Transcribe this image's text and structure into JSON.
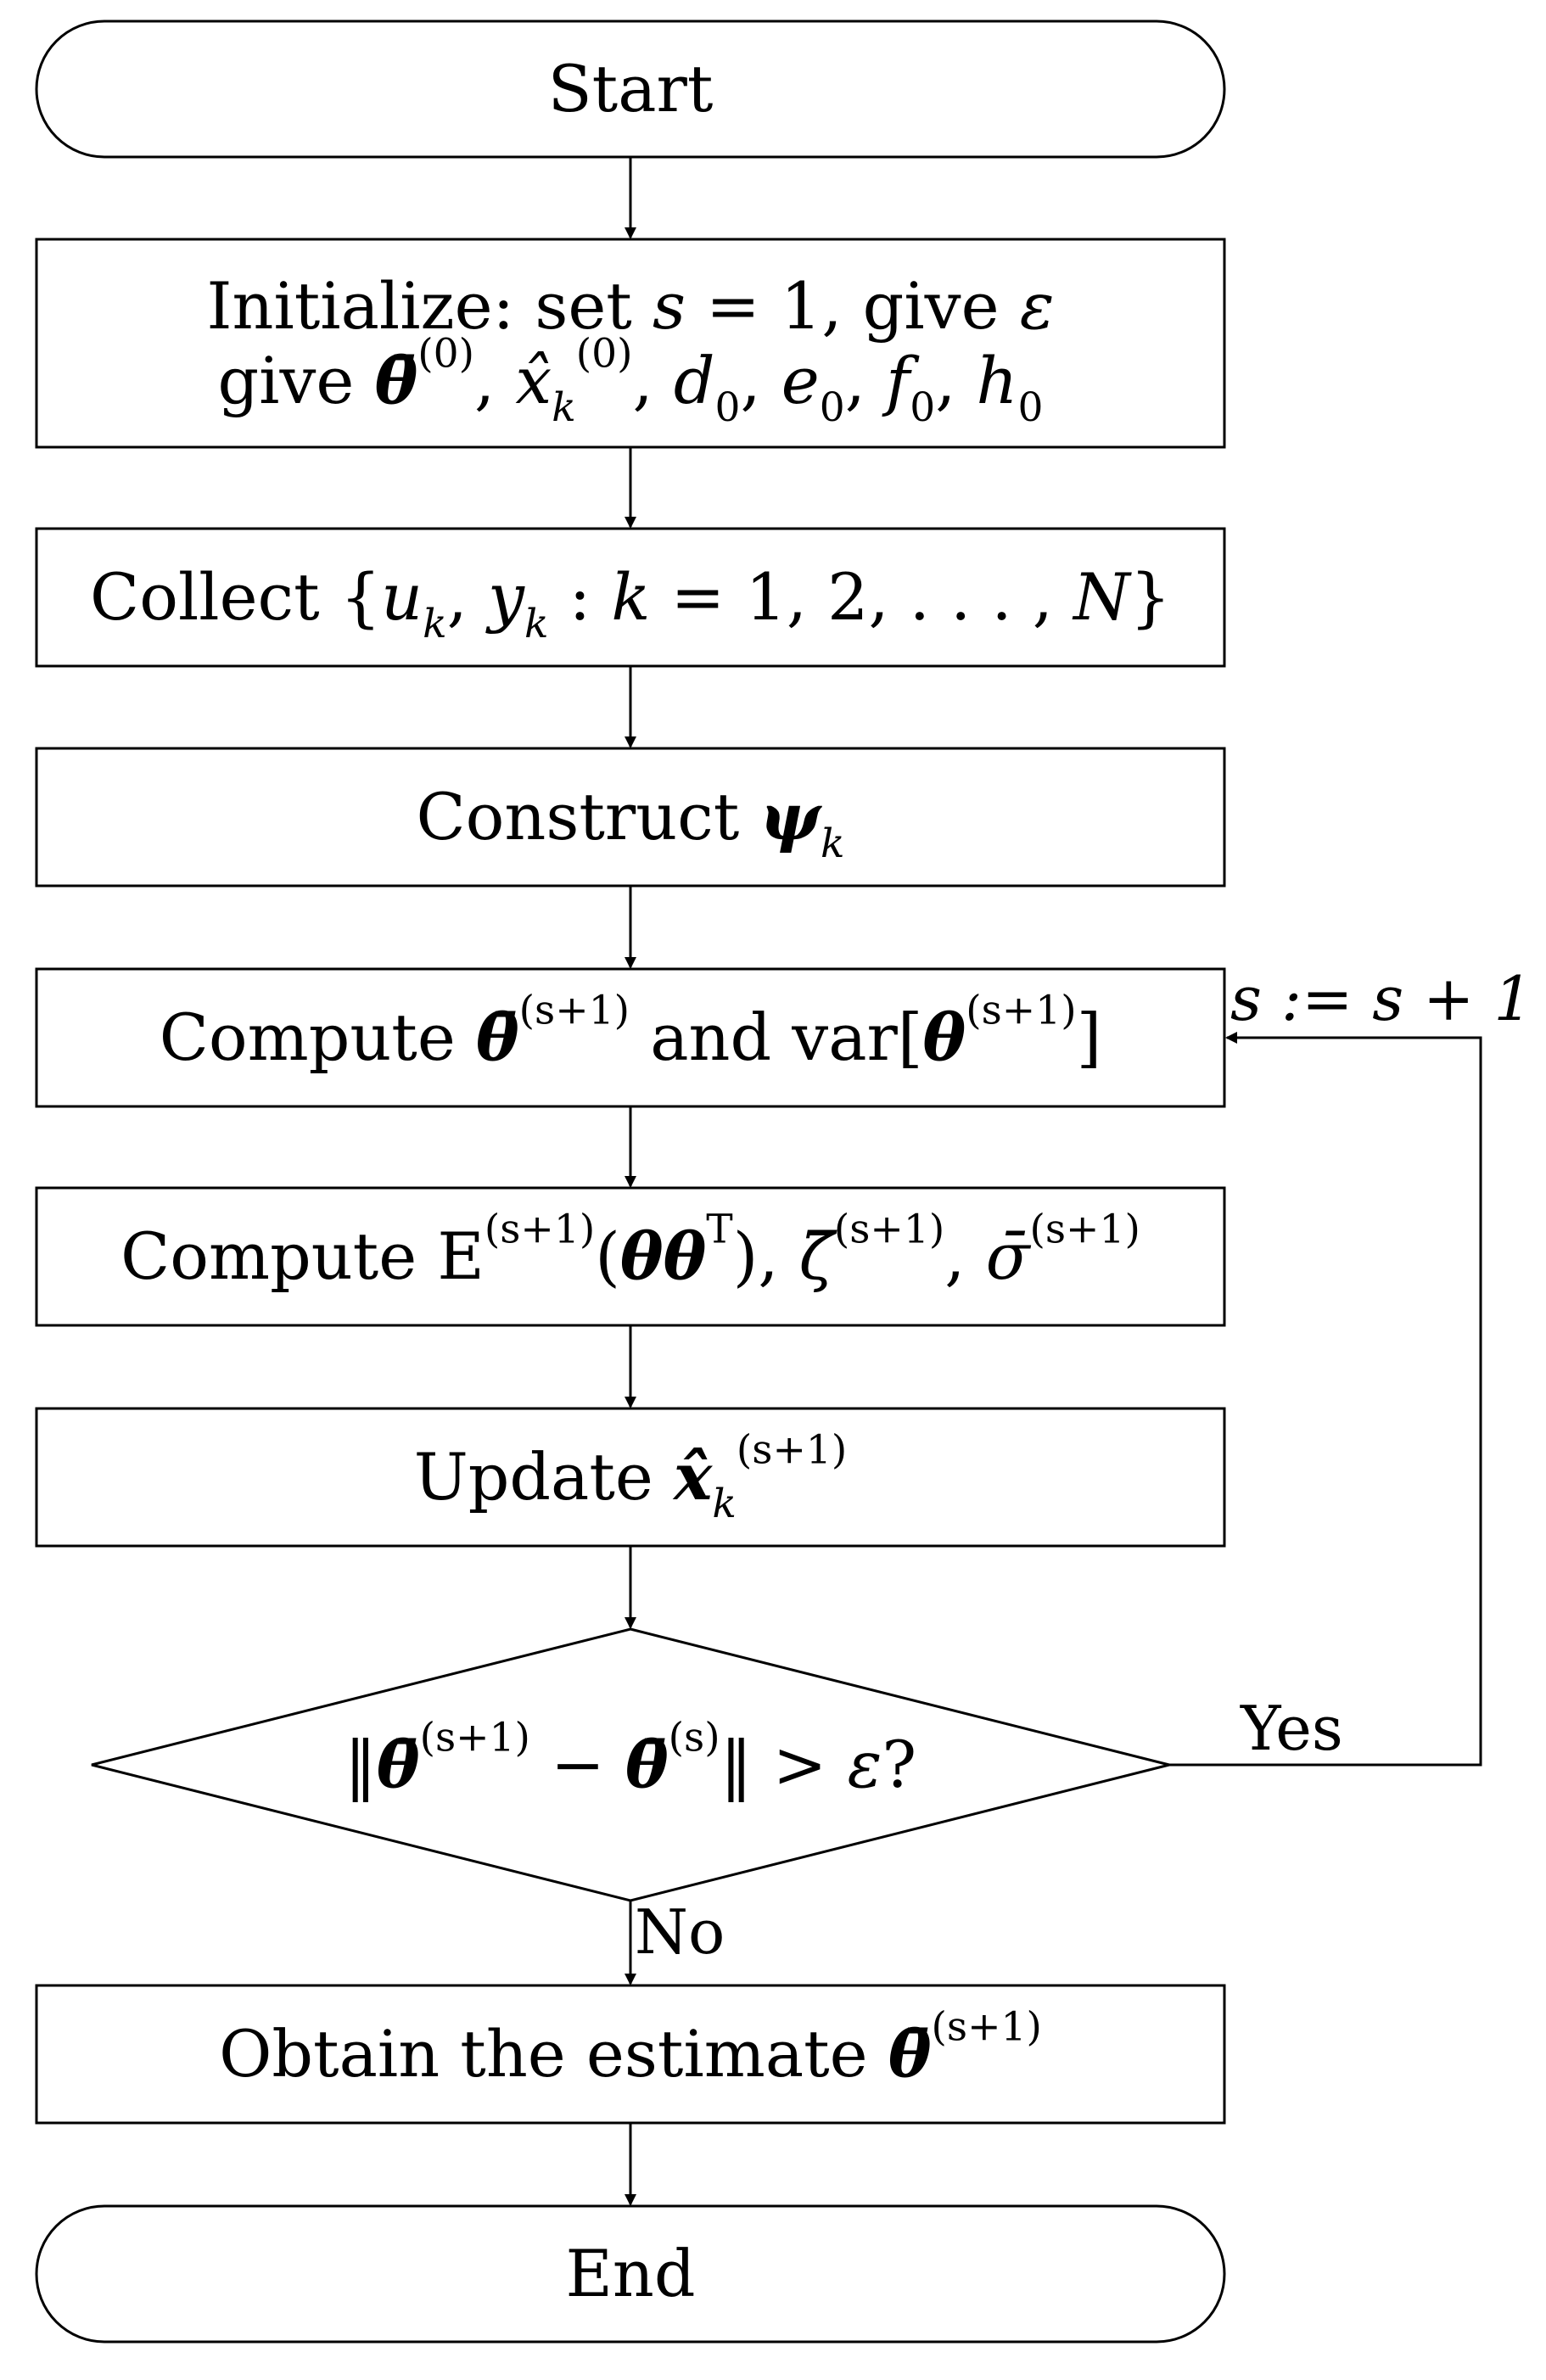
{
  "nodes": {
    "start": "Start",
    "init": {
      "line1": [
        "Initialize: set ",
        "s",
        " = 1, give ",
        "ε"
      ],
      "line2": [
        "give ",
        "θ̄",
        "(0)",
        ", ",
        "x̂",
        "k",
        "(0)",
        ", ",
        "d",
        "0",
        ", ",
        "e",
        "0",
        ", ",
        "f",
        "0",
        ", ",
        "h",
        "0"
      ]
    },
    "collect": [
      "Collect {",
      "u",
      "k",
      ", ",
      "y",
      "k",
      " : ",
      "k",
      " = 1, 2, . . . , ",
      "N",
      "}"
    ],
    "construct": [
      "Construct ",
      "ψ",
      "k"
    ],
    "compute1": [
      "Compute ",
      "θ̄",
      "(s+1)",
      " and var[",
      "θ",
      "(s+1)",
      "]"
    ],
    "compute2": [
      "Compute E",
      "(s+1)",
      "(",
      "θθ",
      "T",
      "), ",
      "ζ̄",
      "(s+1)",
      ", ",
      "σ̄",
      "(s+1)"
    ],
    "update": [
      "Update ",
      "x̂",
      "k",
      "(s+1)"
    ],
    "decision": [
      "‖",
      "θ̄",
      "(s+1)",
      " − ",
      "θ̄",
      "(s)",
      "‖ > ",
      "ε",
      "?"
    ],
    "obtain": [
      "Obtain the estimate ",
      "θ̄",
      "(s+1)"
    ],
    "end": "End"
  },
  "edges": {
    "yes_label": "Yes",
    "no_label": "No",
    "loop_label": "s := s + 1"
  }
}
